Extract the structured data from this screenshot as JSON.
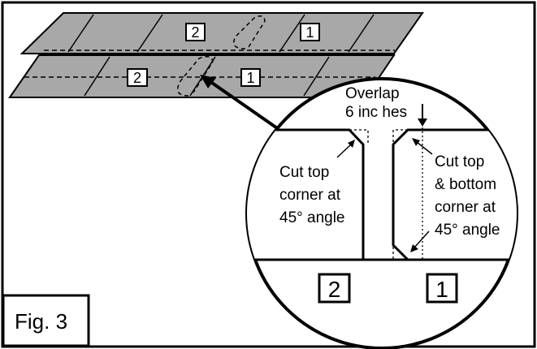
{
  "figure": {
    "caption": "Fig. 3",
    "strip_labels": {
      "upper_left": "2",
      "upper_right": "1",
      "lower_left": "2",
      "lower_right": "1"
    },
    "zoom": {
      "overlap_line1": "Overlap",
      "overlap_line2": "6 inc hes",
      "left_note": [
        "Cut top",
        "corner at",
        "45° angle"
      ],
      "right_note": [
        "Cut top",
        "& bottom",
        "corner at",
        "45° angle"
      ],
      "panel_left_label": "2",
      "panel_right_label": "1"
    }
  }
}
